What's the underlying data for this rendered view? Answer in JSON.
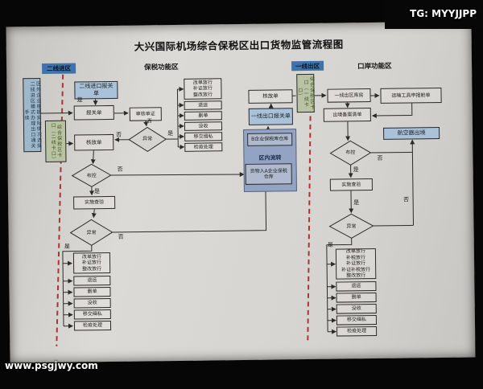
{
  "photo": {
    "watermark_top_right": "TG: MYYJJPP",
    "watermark_bottom_left": "www.psgjwy.com"
  },
  "title": "大兴国际机场综合保税区出口货物监管流程图",
  "labels": {
    "yes": "是",
    "no": "否"
  },
  "zones": {
    "line2_entry": "二线进区",
    "bonded_area": "保税功能区",
    "line1_exit": "一线出区",
    "port_area": "口岸功能区"
  },
  "colors": {
    "zone_badge": "#3f73ad",
    "paper": "#d6d4d0",
    "boundary_dashed_line": "#a83434",
    "blue_box": "#a9c2da",
    "green_gate_box": "#b9c3a4",
    "transfer_panel": "#93a3c4"
  },
  "bonded_flow": {
    "side_note": "区外企业根据实际情况选择二线进区模式办理出口通关手续",
    "line2_import_declaration": "二线进口报关单",
    "declaration": "报关单",
    "review_documents": "审核单证",
    "abnormal_check_top": "异常",
    "release_form": "核放单",
    "gate": "综合保税区卡口（二线卡口）",
    "risk_control": "布控",
    "inspection": "实施查验",
    "abnormal_check_bottom": "异常",
    "treatments_upper": [
      "改单放行\n补证放行\n整改放行",
      "退运",
      "删单",
      "没收",
      "移交缉私",
      "检疫处理"
    ],
    "treatments_lower": [
      "改单放行\n补证放行\n整改放行",
      "退运",
      "删单",
      "没收",
      "移交缉私",
      "检疫处理"
    ]
  },
  "transfer": {
    "panel_label": "区内流转",
    "warehouse_b": "B企业保税库仓库",
    "warehouse_a": "货物入A企业保税仓库"
  },
  "exit_flow": {
    "release_form": "核放单",
    "line1_export_declaration": "一线出口报关单",
    "gate": "综合保税区卡口（一线卡口）",
    "exit_warehouse": "一线出区库房",
    "manifest": "运输工具申报舱单",
    "exit_list": "出境备案清单",
    "aircraft_exit": "航空器出境",
    "risk_control": "布控",
    "inspection": "实施查验",
    "abnormal_check": "异常",
    "treatments": [
      "改单放行\n补税放行\n补证放行\n补证补税放行\n整改放行",
      "退运",
      "删单",
      "没收",
      "移交缉私",
      "检疫处理"
    ]
  }
}
